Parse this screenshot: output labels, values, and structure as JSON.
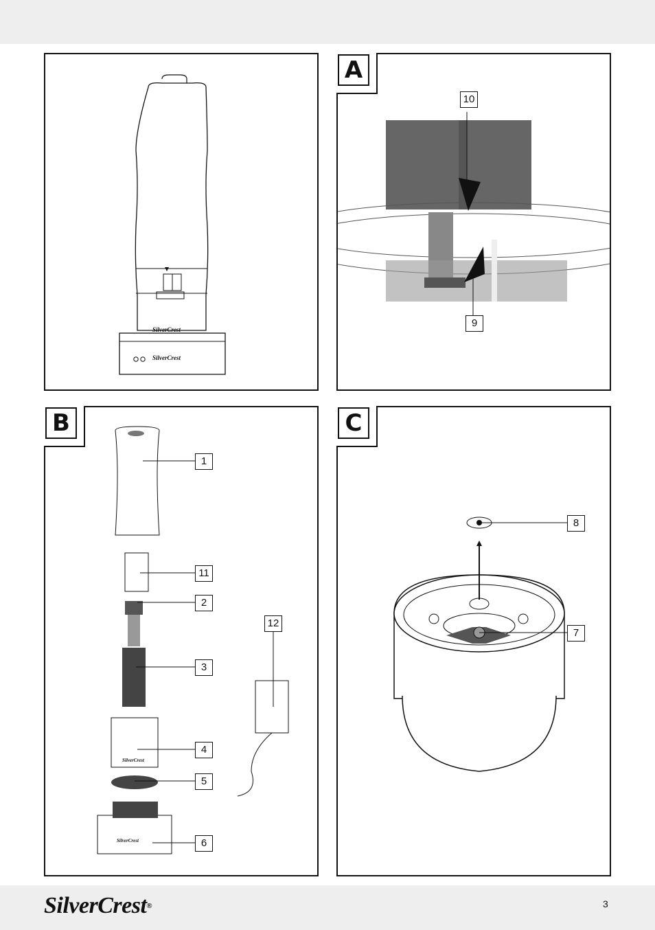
{
  "brand": "SilverCrest",
  "brand_registered": "®",
  "page_number": "3",
  "product_brand_label": "SilverCrest",
  "panels": {
    "A": {
      "label": "A",
      "callouts": [
        "10",
        "9"
      ]
    },
    "B": {
      "label": "B",
      "callouts": [
        "1",
        "11",
        "2",
        "3",
        "4",
        "5",
        "6",
        "12"
      ]
    },
    "C": {
      "label": "C",
      "callouts": [
        "8",
        "7"
      ]
    }
  }
}
